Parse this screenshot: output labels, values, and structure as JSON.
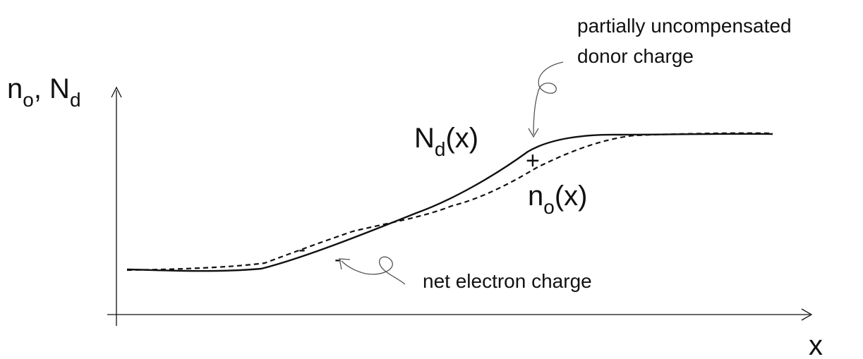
{
  "axes": {
    "y_label_main_1": "n",
    "y_label_sub_1": "o",
    "y_label_sep": ", N",
    "y_label_sub_2": "d",
    "x_label": "x"
  },
  "curves": {
    "donor_label_main": "N",
    "donor_label_sub": "d",
    "donor_label_arg": "(x)",
    "electron_label_main": "n",
    "electron_label_sub": "o",
    "electron_label_arg": "(x)"
  },
  "annotations": {
    "donor_line1": "partially uncompensated",
    "donor_line2": "donor charge",
    "electron": "net electron charge",
    "plus_sign": "+",
    "minus_sign_1": "-",
    "minus_sign_2": "-"
  },
  "colors": {
    "ink": "#111111",
    "arrow": "#555555"
  }
}
